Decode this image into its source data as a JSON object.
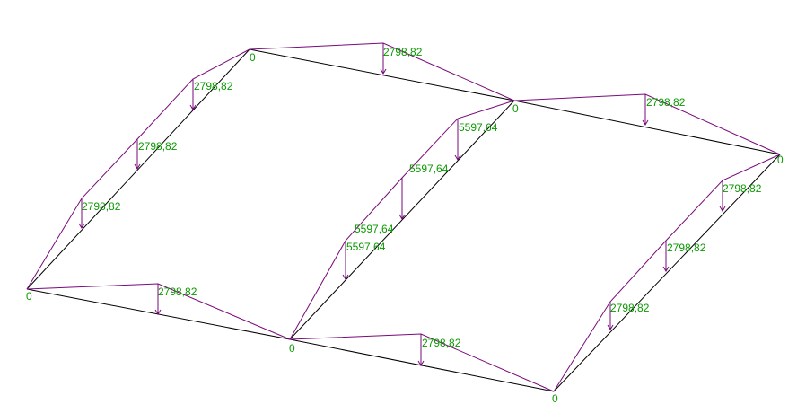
{
  "colors": {
    "frame": "#000000",
    "load": "#7a0a7a",
    "label": "#0a9a00",
    "background": "#ffffff"
  },
  "node_labels": [
    "0",
    "0",
    "0",
    "0",
    "0",
    "0"
  ],
  "load_labels": [
    "2798,82",
    "2798,82",
    "2798,82",
    "2798,82",
    "5597,64",
    "5597,64",
    "5597,64",
    "5597,64",
    "2798,82",
    "2798,82",
    "2798,82",
    "2798,82",
    "2798,82",
    "2798,82"
  ]
}
